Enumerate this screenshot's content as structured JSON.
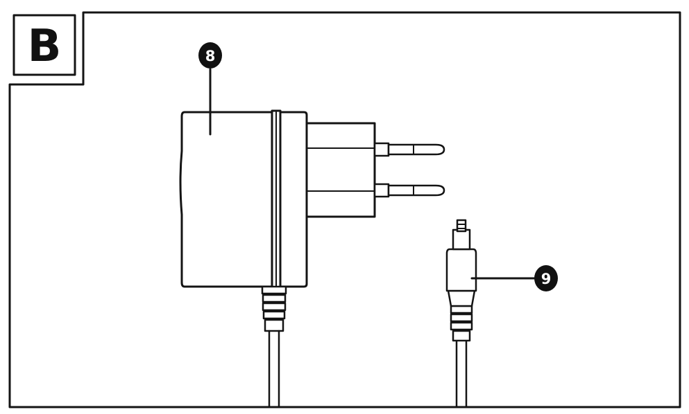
{
  "panel": {
    "letter": "B"
  },
  "callouts": [
    {
      "number": "8",
      "target": "power-adapter-body"
    },
    {
      "number": "9",
      "target": "dc-plug"
    }
  ],
  "colors": {
    "line": "#141414",
    "background": "#ffffff",
    "callout_fill": "#111111"
  }
}
